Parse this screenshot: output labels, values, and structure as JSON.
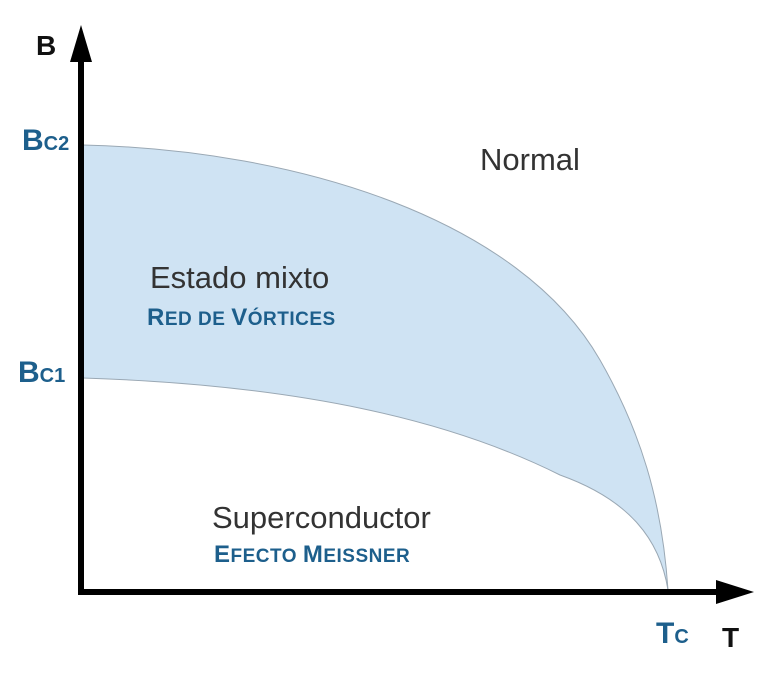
{
  "axes": {
    "y_label": "B",
    "x_label": "T"
  },
  "ticks": {
    "bc2": {
      "main": "B",
      "sub": "C2"
    },
    "bc1": {
      "main": "B",
      "sub": "C1"
    },
    "tc": {
      "main": "T",
      "sub": "C"
    }
  },
  "regions": {
    "normal": "Normal",
    "mixed": {
      "title": "Estado mixto",
      "sub_first": "R",
      "sub_rest": "ED DE ",
      "sub_second": "V",
      "sub_rest2": "ÓRTICES"
    },
    "super": {
      "title": "Superconductor",
      "sub_first": "E",
      "sub_rest": "FECTO ",
      "sub_second": "M",
      "sub_rest2": "EISSNER"
    }
  },
  "colors": {
    "mixed_fill": "#cfe3f3",
    "accent": "#1d5f8c",
    "axis": "#000000"
  }
}
